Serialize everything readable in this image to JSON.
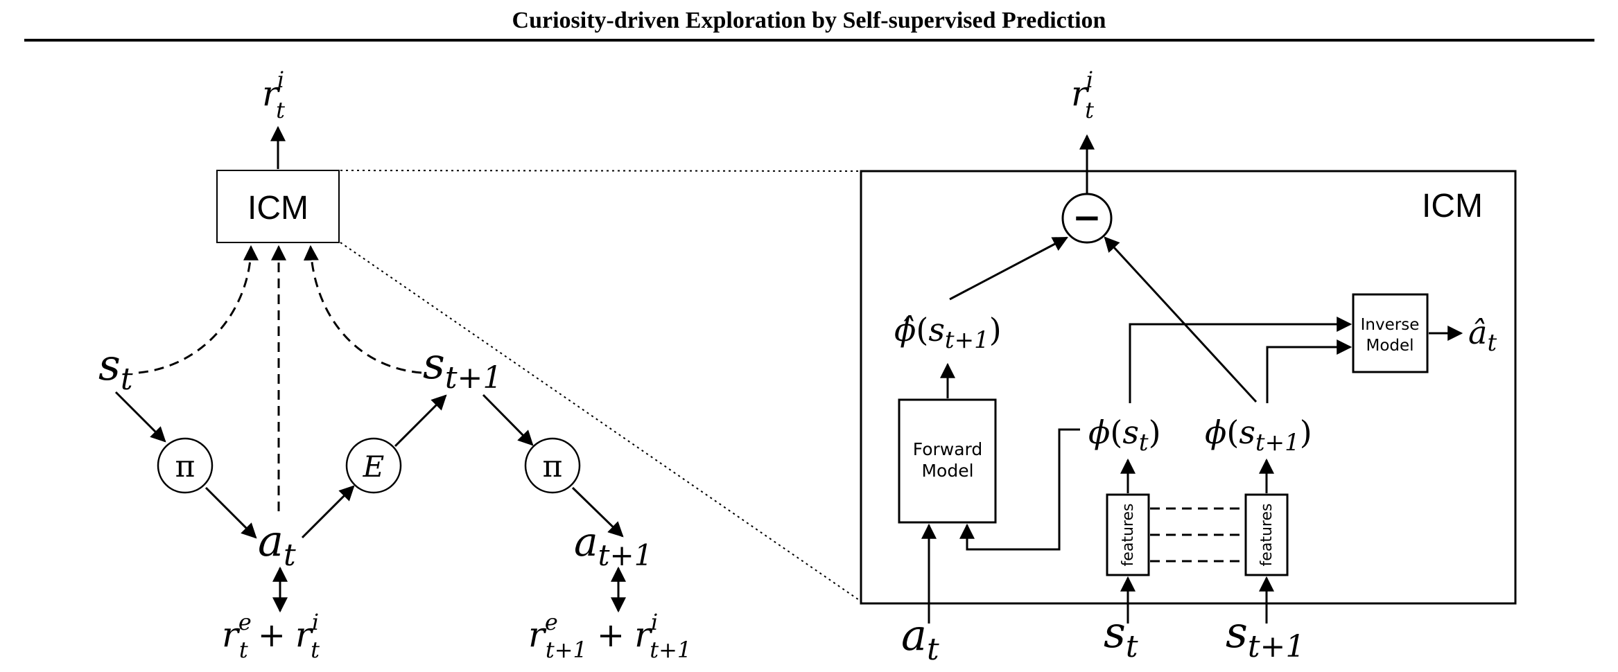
{
  "header": {
    "title": "Curiosity-driven Exploration by Self-supervised Prediction"
  },
  "left_diagram": {
    "icm_box_label": "ICM",
    "reward_top": {
      "base": "r",
      "sup": "i",
      "sub": "t"
    },
    "state_t": {
      "base": "s",
      "sub": "t"
    },
    "state_t1": {
      "base": "s",
      "sub": "t+1"
    },
    "policy_node_1": "π",
    "policy_node_2": "π",
    "env_node": "E",
    "action_t": {
      "base": "a",
      "sub": "t"
    },
    "action_t1": {
      "base": "a",
      "sub": "t+1"
    },
    "reward_bottom_t": {
      "r1": "r",
      "r1_sup": "e",
      "r1_sub": "t",
      "plus": "+",
      "r2": "r",
      "r2_sup": "i",
      "r2_sub": "t"
    },
    "reward_bottom_t1": {
      "r1": "r",
      "r1_sup": "e",
      "r1_sub": "t+1",
      "plus": "+",
      "r2": "r",
      "r2_sup": "i",
      "r2_sub": "t+1"
    }
  },
  "right_diagram": {
    "icm_label": "ICM",
    "reward_top": {
      "base": "r",
      "sup": "i",
      "sub": "t"
    },
    "subtract_symbol": "−",
    "phi_hat": {
      "phi": "ϕ̂",
      "open": "(",
      "s": "s",
      "sub": "t+1",
      "close": ")"
    },
    "phi_st": {
      "phi": "ϕ",
      "open": "(",
      "s": "s",
      "sub": "t",
      "close": ")"
    },
    "phi_st1": {
      "phi": "ϕ",
      "open": "(",
      "s": "s",
      "sub": "t+1",
      "close": ")"
    },
    "forward_model": {
      "line1": "Forward",
      "line2": "Model"
    },
    "inverse_model": {
      "line1": "Inverse",
      "line2": "Model"
    },
    "features_label_1": "features",
    "features_label_2": "features",
    "a_hat": {
      "base": "â",
      "sub": "t"
    },
    "input_at": {
      "base": "a",
      "sub": "t"
    },
    "input_st": {
      "base": "s",
      "sub": "t"
    },
    "input_st1": {
      "base": "s",
      "sub": "t+1"
    }
  },
  "colors": {
    "ink": "#000000",
    "background": "#ffffff"
  }
}
